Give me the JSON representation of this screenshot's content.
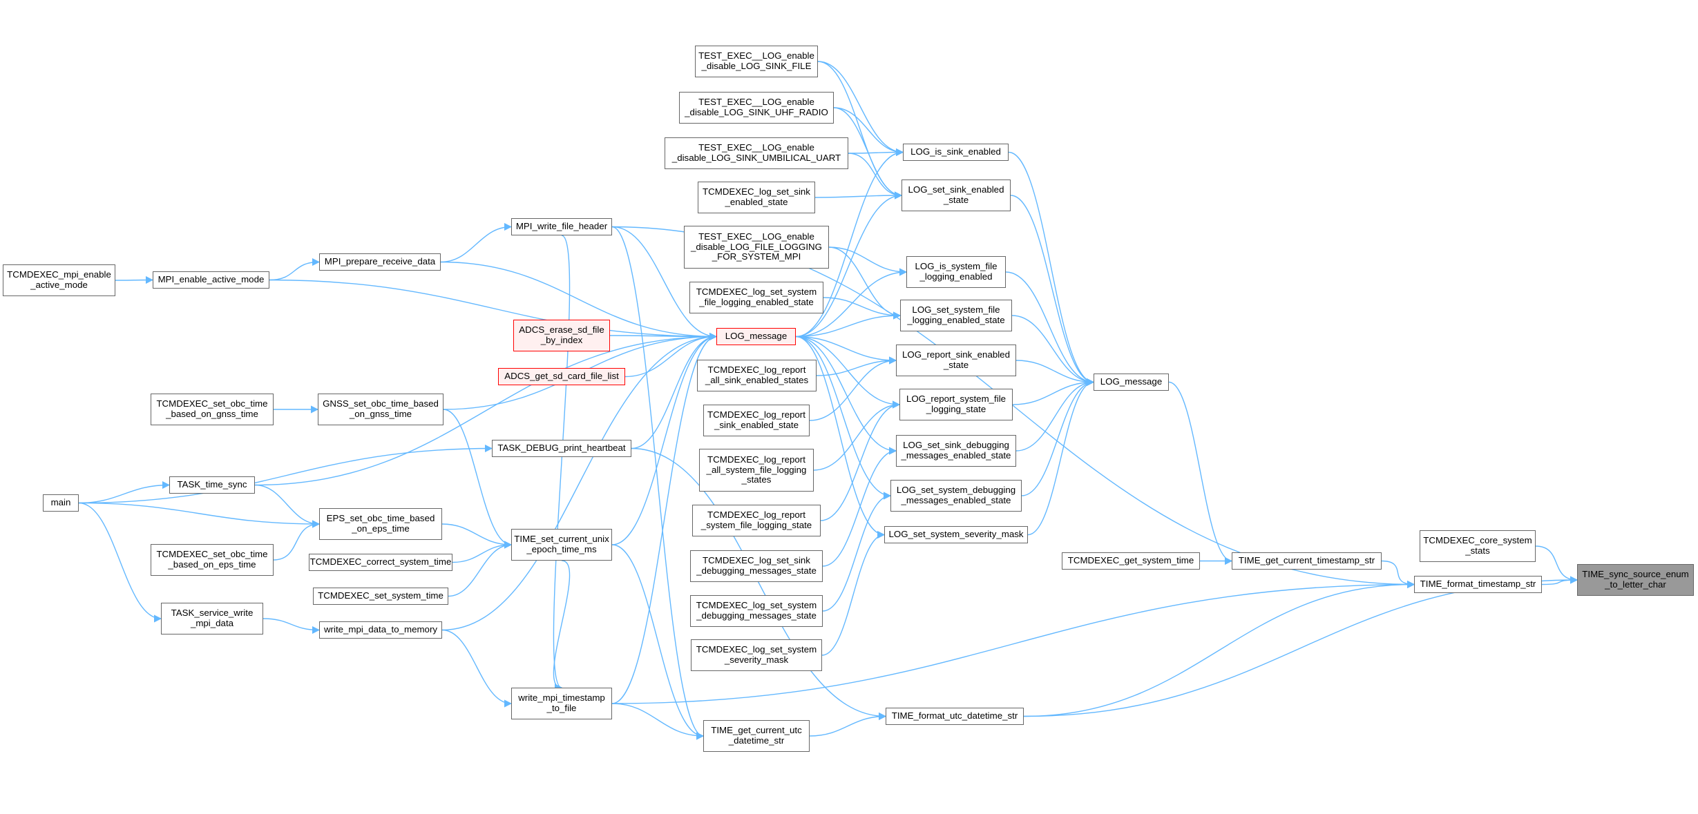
{
  "graph": {
    "edge_color": "#63b8ff",
    "node_border_color": "#666666",
    "error_node_border_color": "#ff0000",
    "focus_node_fill": "#999999",
    "nodes": [
      {
        "id": "n1",
        "label": "TIME_sync_source_enum\n_to_letter_char",
        "style": "focus"
      },
      {
        "id": "n2",
        "label": "TCMDEXEC_core_system\n_stats"
      },
      {
        "id": "n3",
        "label": "TIME_format_timestamp_str"
      },
      {
        "id": "n4",
        "label": "TIME_get_current_timestamp_str"
      },
      {
        "id": "n5",
        "label": "TCMDEXEC_get_system_time"
      },
      {
        "id": "n6",
        "label": "LOG_message"
      },
      {
        "id": "n7",
        "label": "LOG_is_sink_enabled"
      },
      {
        "id": "n8",
        "label": "LOG_set_sink_enabled\n_state"
      },
      {
        "id": "n9",
        "label": "LOG_is_system_file\n_logging_enabled"
      },
      {
        "id": "n10",
        "label": "LOG_set_system_file\n_logging_enabled_state"
      },
      {
        "id": "n11",
        "label": "LOG_report_sink_enabled\n_state"
      },
      {
        "id": "n12",
        "label": "LOG_report_system_file\n_logging_state"
      },
      {
        "id": "n13",
        "label": "LOG_set_sink_debugging\n_messages_enabled_state"
      },
      {
        "id": "n14",
        "label": "LOG_set_system_debugging\n_messages_enabled_state"
      },
      {
        "id": "n15",
        "label": "LOG_set_system_severity_mask"
      },
      {
        "id": "n16",
        "label": "TEST_EXEC__LOG_enable\n_disable_LOG_SINK_FILE"
      },
      {
        "id": "n17",
        "label": "TEST_EXEC__LOG_enable\n_disable_LOG_SINK_UHF_RADIO"
      },
      {
        "id": "n18",
        "label": "TEST_EXEC__LOG_enable\n_disable_LOG_SINK_UMBILICAL_UART"
      },
      {
        "id": "n19",
        "label": "TCMDEXEC_log_set_sink\n_enabled_state"
      },
      {
        "id": "n20",
        "label": "TEST_EXEC__LOG_enable\n_disable_LOG_FILE_LOGGING\n_FOR_SYSTEM_MPI"
      },
      {
        "id": "n21",
        "label": "TCMDEXEC_log_set_system\n_file_logging_enabled_state"
      },
      {
        "id": "n22",
        "label": "LOG_message",
        "style": "error"
      },
      {
        "id": "n23",
        "label": "TCMDEXEC_log_report\n_all_sink_enabled_states"
      },
      {
        "id": "n24",
        "label": "TCMDEXEC_log_report\n_sink_enabled_state"
      },
      {
        "id": "n25",
        "label": "TCMDEXEC_log_report\n_all_system_file_logging\n_states"
      },
      {
        "id": "n26",
        "label": "TCMDEXEC_log_report\n_system_file_logging_state"
      },
      {
        "id": "n27",
        "label": "TCMDEXEC_log_set_sink\n_debugging_messages_state"
      },
      {
        "id": "n28",
        "label": "TCMDEXEC_log_set_system\n_debugging_messages_state"
      },
      {
        "id": "n29",
        "label": "TCMDEXEC_log_set_system\n_severity_mask"
      },
      {
        "id": "n30",
        "label": "TIME_format_utc_datetime_str"
      },
      {
        "id": "n31",
        "label": "TIME_get_current_utc\n_datetime_str"
      },
      {
        "id": "n32",
        "label": "write_mpi_timestamp\n_to_file"
      },
      {
        "id": "n33",
        "label": "MPI_write_file_header"
      },
      {
        "id": "n34",
        "label": "MPI_prepare_receive_data"
      },
      {
        "id": "n35",
        "label": "MPI_enable_active_mode"
      },
      {
        "id": "n36",
        "label": "TCMDEXEC_mpi_enable\n_active_mode"
      },
      {
        "id": "n37",
        "label": "ADCS_erase_sd_file\n_by_index",
        "style": "error"
      },
      {
        "id": "n38",
        "label": "ADCS_get_sd_card_file_list",
        "style": "error"
      },
      {
        "id": "n39",
        "label": "GNSS_set_obc_time_based\n_on_gnss_time"
      },
      {
        "id": "n40",
        "label": "TCMDEXEC_set_obc_time\n_based_on_gnss_time"
      },
      {
        "id": "n41",
        "label": "TASK_DEBUG_print_heartbeat"
      },
      {
        "id": "n42",
        "label": "main"
      },
      {
        "id": "n43",
        "label": "TASK_time_sync"
      },
      {
        "id": "n44",
        "label": "EPS_set_obc_time_based\n_on_eps_time"
      },
      {
        "id": "n45",
        "label": "TCMDEXEC_set_obc_time\n_based_on_eps_time"
      },
      {
        "id": "n46",
        "label": "TIME_set_current_unix\n_epoch_time_ms"
      },
      {
        "id": "n47",
        "label": "TCMDEXEC_correct_system_time"
      },
      {
        "id": "n48",
        "label": "TCMDEXEC_set_system_time"
      },
      {
        "id": "n49",
        "label": "TASK_service_write\n_mpi_data"
      },
      {
        "id": "n50",
        "label": "write_mpi_data_to_memory"
      }
    ],
    "edges": [
      {
        "from": "n2",
        "to": "n1"
      },
      {
        "from": "n3",
        "to": "n1"
      },
      {
        "from": "n30",
        "to": "n1"
      },
      {
        "from": "n4",
        "to": "n3"
      },
      {
        "from": "n30",
        "to": "n3"
      },
      {
        "from": "n32",
        "to": "n3"
      },
      {
        "from": "n33",
        "to": "n3"
      },
      {
        "from": "n5",
        "to": "n4"
      },
      {
        "from": "n6",
        "to": "n4"
      },
      {
        "from": "n7",
        "to": "n6"
      },
      {
        "from": "n8",
        "to": "n6"
      },
      {
        "from": "n9",
        "to": "n6"
      },
      {
        "from": "n10",
        "to": "n6"
      },
      {
        "from": "n11",
        "to": "n6"
      },
      {
        "from": "n12",
        "to": "n6"
      },
      {
        "from": "n13",
        "to": "n6"
      },
      {
        "from": "n14",
        "to": "n6"
      },
      {
        "from": "n15",
        "to": "n6"
      },
      {
        "from": "n16",
        "to": "n7"
      },
      {
        "from": "n17",
        "to": "n7"
      },
      {
        "from": "n18",
        "to": "n7"
      },
      {
        "from": "n22",
        "to": "n7"
      },
      {
        "from": "n16",
        "to": "n8"
      },
      {
        "from": "n17",
        "to": "n8"
      },
      {
        "from": "n18",
        "to": "n8"
      },
      {
        "from": "n19",
        "to": "n8"
      },
      {
        "from": "n22",
        "to": "n8"
      },
      {
        "from": "n20",
        "to": "n9"
      },
      {
        "from": "n22",
        "to": "n9"
      },
      {
        "from": "n20",
        "to": "n10"
      },
      {
        "from": "n21",
        "to": "n10"
      },
      {
        "from": "n22",
        "to": "n10"
      },
      {
        "from": "n23",
        "to": "n11"
      },
      {
        "from": "n24",
        "to": "n11"
      },
      {
        "from": "n22",
        "to": "n11"
      },
      {
        "from": "n25",
        "to": "n12"
      },
      {
        "from": "n26",
        "to": "n12"
      },
      {
        "from": "n22",
        "to": "n12"
      },
      {
        "from": "n27",
        "to": "n13"
      },
      {
        "from": "n22",
        "to": "n13"
      },
      {
        "from": "n28",
        "to": "n14"
      },
      {
        "from": "n22",
        "to": "n14"
      },
      {
        "from": "n29",
        "to": "n15"
      },
      {
        "from": "n22",
        "to": "n15"
      },
      {
        "from": "n31",
        "to": "n30"
      },
      {
        "from": "n41",
        "to": "n30"
      },
      {
        "from": "n46",
        "to": "n31"
      },
      {
        "from": "n32",
        "to": "n31"
      },
      {
        "from": "n33",
        "to": "n31"
      },
      {
        "from": "n33",
        "to": "n32"
      },
      {
        "from": "n46",
        "to": "n32"
      },
      {
        "from": "n34",
        "to": "n33"
      },
      {
        "from": "n35",
        "to": "n34"
      },
      {
        "from": "n36",
        "to": "n35"
      },
      {
        "from": "n33",
        "to": "n22"
      },
      {
        "from": "n34",
        "to": "n22"
      },
      {
        "from": "n35",
        "to": "n22"
      },
      {
        "from": "n37",
        "to": "n22"
      },
      {
        "from": "n38",
        "to": "n22"
      },
      {
        "from": "n39",
        "to": "n22"
      },
      {
        "from": "n41",
        "to": "n22"
      },
      {
        "from": "n43",
        "to": "n22"
      },
      {
        "from": "n46",
        "to": "n22"
      },
      {
        "from": "n50",
        "to": "n22"
      },
      {
        "from": "n32",
        "to": "n22"
      },
      {
        "from": "n40",
        "to": "n39"
      },
      {
        "from": "n42",
        "to": "n41"
      },
      {
        "from": "n42",
        "to": "n43"
      },
      {
        "from": "n42",
        "to": "n44"
      },
      {
        "from": "n42",
        "to": "n49"
      },
      {
        "from": "n43",
        "to": "n44"
      },
      {
        "from": "n45",
        "to": "n44"
      },
      {
        "from": "n39",
        "to": "n46"
      },
      {
        "from": "n44",
        "to": "n46"
      },
      {
        "from": "n47",
        "to": "n46"
      },
      {
        "from": "n48",
        "to": "n46"
      },
      {
        "from": "n49",
        "to": "n50"
      },
      {
        "from": "n50",
        "to": "n32"
      }
    ]
  }
}
